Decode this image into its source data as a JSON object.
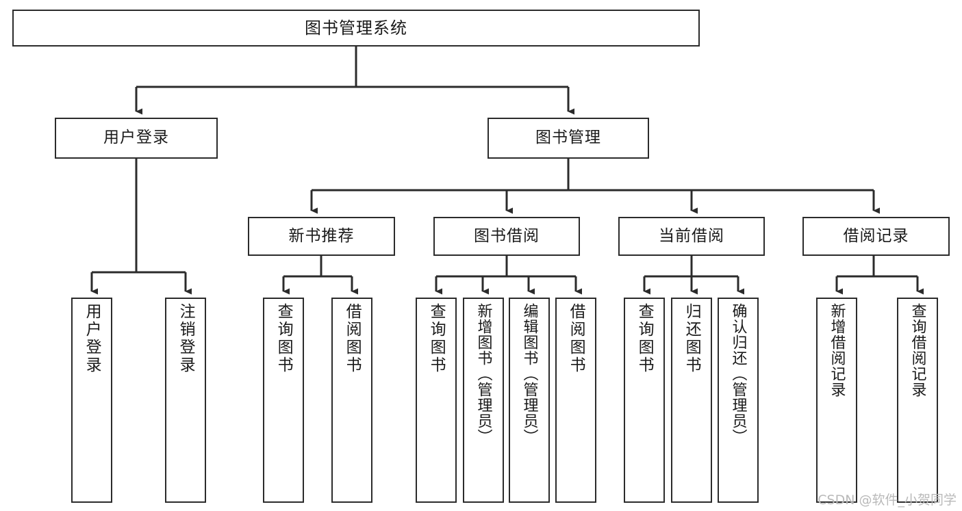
{
  "diagram": {
    "title": "图书管理系统",
    "type": "functional-structure-tree",
    "watermark": "CSDN @软件_小贺同学",
    "colors": {
      "stroke": "#2b2b2b",
      "fill": "#ffffff",
      "text": "#1a1a1a",
      "watermark": "#b9b9b9"
    },
    "levels": {
      "root": {
        "label": "图书管理系统"
      },
      "level2": [
        {
          "label": "用户登录"
        },
        {
          "label": "图书管理"
        }
      ],
      "level3": [
        {
          "label": "新书推荐"
        },
        {
          "label": "图书借阅"
        },
        {
          "label": "当前借阅"
        },
        {
          "label": "借阅记录"
        }
      ],
      "leaves": [
        {
          "label": "用户登录",
          "parent": "用户登录"
        },
        {
          "label": "注销登录",
          "parent": "用户登录"
        },
        {
          "label": "查询图书",
          "parent": "新书推荐"
        },
        {
          "label": "借阅图书",
          "parent": "新书推荐"
        },
        {
          "label": "查询图书",
          "parent": "图书借阅"
        },
        {
          "label": "新增图书（管理员）",
          "parent": "图书借阅"
        },
        {
          "label": "编辑图书（管理员）",
          "parent": "图书借阅"
        },
        {
          "label": "借阅图书",
          "parent": "图书借阅"
        },
        {
          "label": "查询图书",
          "parent": "当前借阅"
        },
        {
          "label": "归还图书",
          "parent": "当前借阅"
        },
        {
          "label": "确认归还（管理员）",
          "parent": "当前借阅"
        },
        {
          "label": "新增借阅记录",
          "parent": "借阅记录"
        },
        {
          "label": "查询借阅记录",
          "parent": "借阅记录"
        }
      ]
    }
  }
}
